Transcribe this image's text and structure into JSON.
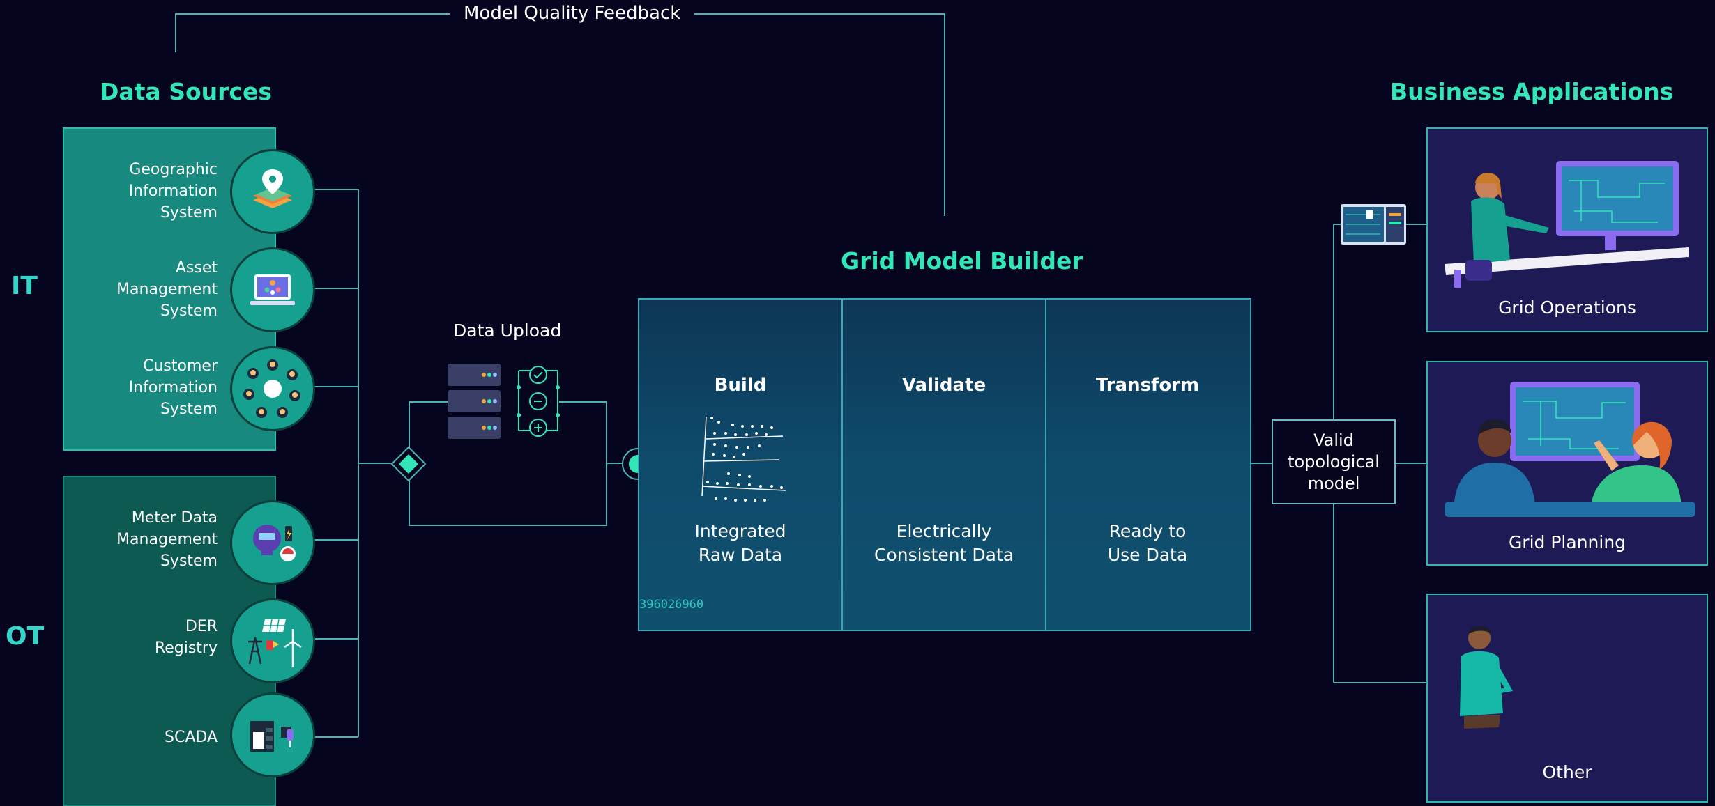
{
  "feedback": {
    "label": "Model Quality Feedback"
  },
  "data_sources": {
    "title": "Data Sources",
    "it_label": "IT",
    "ot_label": "OT",
    "it": [
      {
        "label": "Geographic\nInformation\nSystem",
        "icon": "map-pin-icon"
      },
      {
        "label": "Asset\nManagement\nSystem",
        "icon": "laptop-icon"
      },
      {
        "label": "Customer\nInformation\nSystem",
        "icon": "people-network-icon"
      }
    ],
    "ot": [
      {
        "label": "Meter Data\nManagement\nSystem",
        "icon": "meter-icon"
      },
      {
        "label": "DER\nRegistry",
        "icon": "solar-wind-icon"
      },
      {
        "label": "SCADA",
        "icon": "scada-icon"
      }
    ]
  },
  "upload": {
    "label": "Data Upload",
    "icons": [
      "server-icon",
      "check-icon",
      "minus-icon",
      "plus-icon"
    ]
  },
  "builder": {
    "title": "Grid Model Builder",
    "steps": [
      {
        "title": "Build",
        "desc": "Integrated\nRaw Data"
      },
      {
        "title": "Validate",
        "desc": "Electrically\nConsistent Data"
      },
      {
        "title": "Transform",
        "desc": "Ready to\nUse Data"
      }
    ],
    "code": "396026960"
  },
  "valid_model": {
    "label": "Valid\ntopological\nmodel"
  },
  "business_apps": {
    "title": "Business Applications",
    "apps": [
      {
        "label": "Grid Operations",
        "icon": "operator-desk-icon"
      },
      {
        "label": "Grid Planning",
        "icon": "planning-team-icon"
      },
      {
        "label": "Other",
        "icon": "person-icon"
      }
    ]
  },
  "colors": {
    "background": "#05051f",
    "accent": "#33e6b8",
    "line": "#4fb3b3",
    "builder": "#0f4b6c"
  }
}
